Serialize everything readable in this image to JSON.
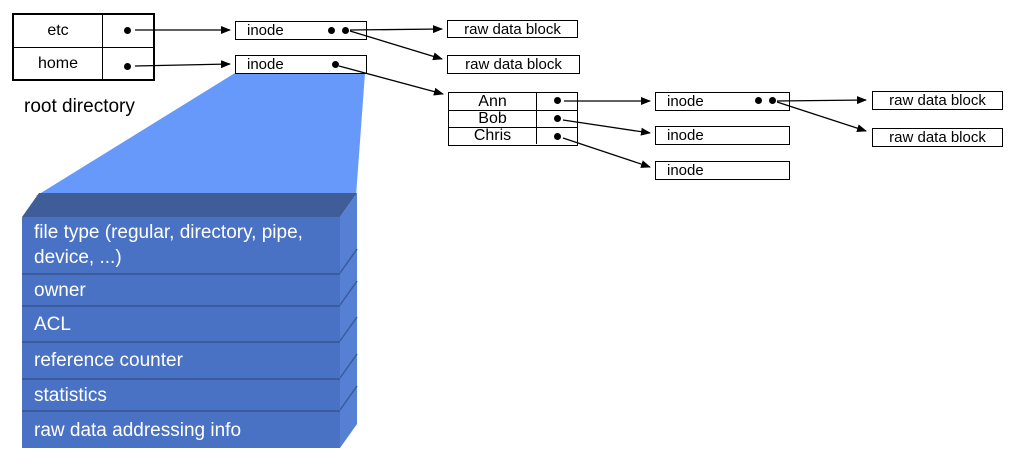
{
  "labels": {
    "inode": "inode",
    "raw_data_block": "raw data block",
    "root_directory": "root directory"
  },
  "root_table": {
    "rows": [
      "etc",
      "home"
    ]
  },
  "home_table": {
    "rows": [
      "Ann",
      "Bob",
      "Chris"
    ]
  },
  "inode_detail": {
    "fields": [
      "file type (regular, directory, pipe, device, ...)",
      "owner",
      "ACL",
      "reference counter",
      "statistics",
      "raw data addressing info"
    ]
  },
  "colors": {
    "funnel": "#6699fa",
    "stack_front": "#4a72c4",
    "stack_top": "#3f5d99",
    "stack_side": "#5580d4",
    "stack_separator": "#3b5b9b",
    "line": "#000000"
  }
}
